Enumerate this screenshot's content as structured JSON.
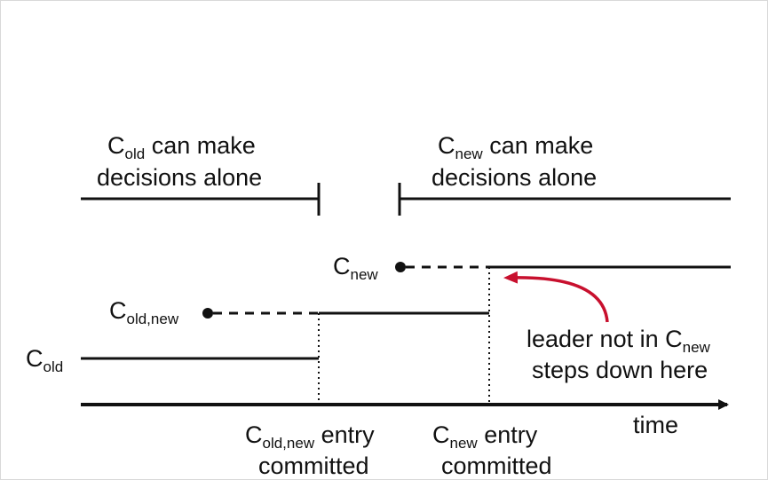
{
  "top_labels": {
    "old_alone": {
      "main": "C",
      "sub": "old",
      "rest": " can make",
      "line2": "decisions alone"
    },
    "new_alone": {
      "main": "C",
      "sub": "new",
      "rest": " can make",
      "line2": "decisions alone"
    }
  },
  "timelines": {
    "c_new": {
      "main": "C",
      "sub": "new"
    },
    "c_old_new": {
      "main": "C",
      "sub": "old,new"
    },
    "c_old": {
      "main": "C",
      "sub": "old"
    }
  },
  "annotation": {
    "line1_text": "leader not in C",
    "line1_sub": "new",
    "line2": "steps down here"
  },
  "axis": {
    "label": "time"
  },
  "events": {
    "old_new_committed": {
      "main": "C",
      "sub": "old,new",
      "rest": " entry",
      "line2": "committed"
    },
    "new_committed": {
      "main": "C",
      "sub": "new",
      "rest": " entry",
      "line2": "committed"
    }
  },
  "colors": {
    "line": "#111111",
    "annotation_arrow": "#c8102e"
  }
}
